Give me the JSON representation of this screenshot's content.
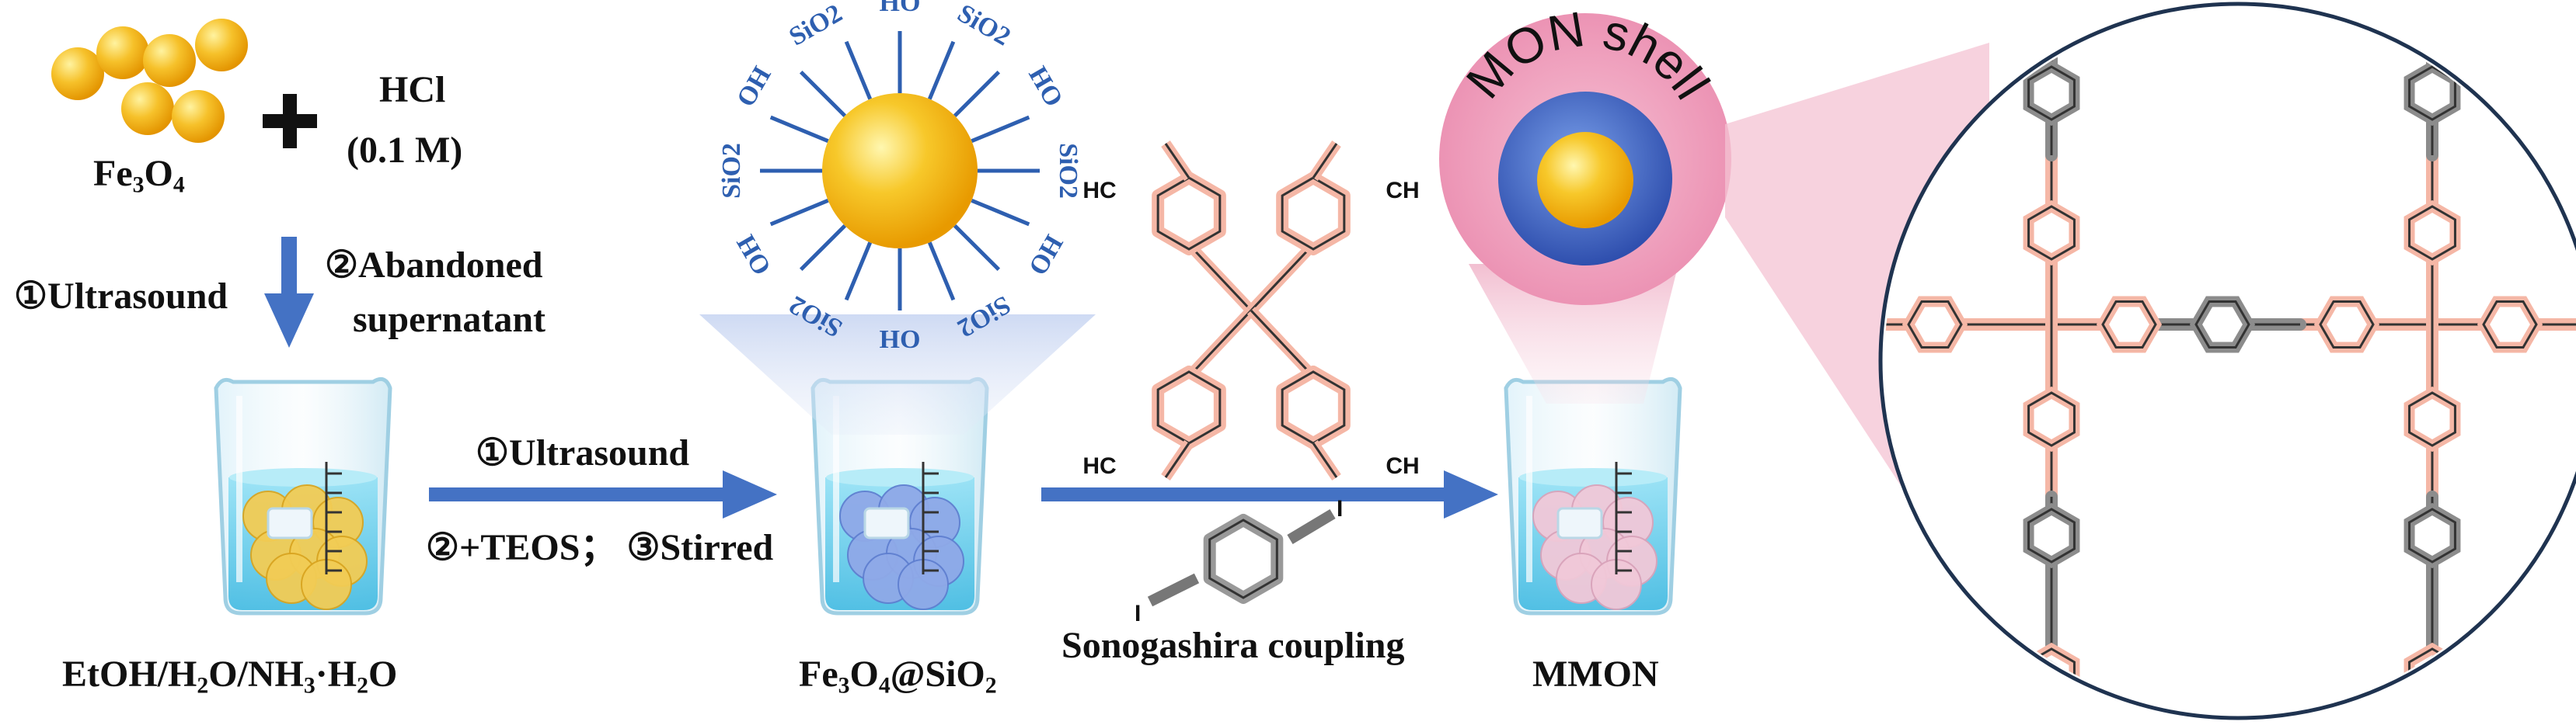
{
  "step1": {
    "fe3o4": [
      "Fe",
      "3",
      "O",
      "4"
    ],
    "hcl": "HCl",
    "hcl_conc": "(0.1 M)",
    "ultrasound": "①Ultrasound",
    "abandoned_1": "②Abandoned",
    "abandoned_2": "supernatant",
    "solvent": [
      "EtOH/H",
      "2",
      "O/NH",
      "3",
      "·H",
      "2",
      "O"
    ]
  },
  "step2": {
    "ultrasound": "①Ultrasound",
    "teos_stirred": "②+TEOS； ③Stirred",
    "product": [
      "Fe",
      "3",
      "O",
      "4",
      "@SiO",
      "2"
    ],
    "surface_groups": [
      "HO",
      "SiO2",
      "HO",
      "SiO2",
      "HO",
      "SiO2",
      "OH",
      "SiO2",
      "OH",
      "SiO2",
      "OH",
      "SiO2"
    ]
  },
  "step3": {
    "monomer_labels": [
      "HC",
      "CH",
      "HC",
      "CH"
    ],
    "iodo_label": "I",
    "coupling": "Sonogashira coupling",
    "shell": "MON shell",
    "product": "MMON"
  },
  "colors": {
    "arrow": "#4472c4",
    "gold": "#f4b400",
    "silica_text": "#2e5fb0",
    "shell_pink": "#f2a3bf",
    "shell_blue": "#3a5fbf",
    "bond_salmon": "#f5b7a6",
    "bond_gray": "#8c8c8c",
    "water": "#5ec9ea"
  }
}
